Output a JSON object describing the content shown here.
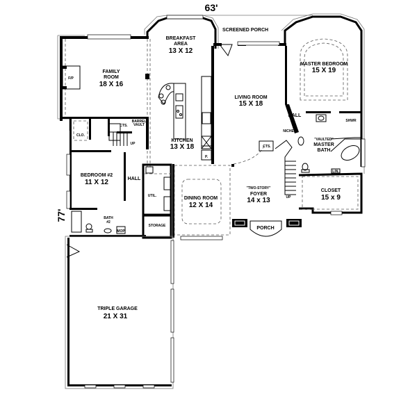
{
  "plan": {
    "overall_width": "63'",
    "overall_depth": "77'",
    "rooms": [
      {
        "id": "family-room",
        "name": "FAMILY\nROOM",
        "name_lines": [
          "FAMILY",
          "ROOM"
        ],
        "size": "18 X 16"
      },
      {
        "id": "breakfast-area",
        "name_lines": [
          "BREAKFAST",
          "AREA"
        ],
        "size": "13 X 12"
      },
      {
        "id": "screened-porch",
        "name_lines": [
          "SCREENED PORCH"
        ],
        "size": ""
      },
      {
        "id": "master-bedroom",
        "name_lines": [
          "MASTER BEDROOM"
        ],
        "size": "15 X 19"
      },
      {
        "id": "living-room",
        "name_lines": [
          "LIVING ROOM"
        ],
        "size": "15 X 18"
      },
      {
        "id": "kitchen",
        "name_lines": [
          "KITCHEN"
        ],
        "size": "13 X 18"
      },
      {
        "id": "master-bath",
        "name_lines": [
          "\"VAULTED\"",
          "MASTER",
          "BATH"
        ],
        "size": ""
      },
      {
        "id": "bedroom-2",
        "name_lines": [
          "BEDROOM #2"
        ],
        "size": "11 X 12"
      },
      {
        "id": "dining-room",
        "name_lines": [
          "DINING ROOM"
        ],
        "size": "12 X 14"
      },
      {
        "id": "foyer",
        "name_lines": [
          "\"TWO-STORY\"",
          "FOYER"
        ],
        "size": "14 x 13"
      },
      {
        "id": "closet",
        "name_lines": [
          "CLOSET"
        ],
        "size": "15 x 9"
      },
      {
        "id": "bath-2",
        "name_lines": [
          "BATH",
          "#2"
        ],
        "size": ""
      },
      {
        "id": "triple-garage",
        "name_lines": [
          "TRIPLE GARAGE"
        ],
        "size": "21 X 31"
      }
    ],
    "small_labels": {
      "fireplace": "F/P",
      "closet_upstairs": "CLO.",
      "cts_left": "CTS.",
      "cts_right": "CTS.",
      "barrel_vault": "BARREL\nVAULT",
      "barrel_vault_lines": [
        "BARREL",
        "VAULT"
      ],
      "stair_up_left": "UP",
      "stair_up_right": "UP",
      "hall_left": "HALL",
      "hall_right": "HALL",
      "utility": "UTIL.",
      "storage": "STORAGE",
      "mop": "MOP",
      "pantry": "P.",
      "linen": "LIN.",
      "shower": "SHWR",
      "porch": "PORCH",
      "niche": "NICHE"
    }
  }
}
